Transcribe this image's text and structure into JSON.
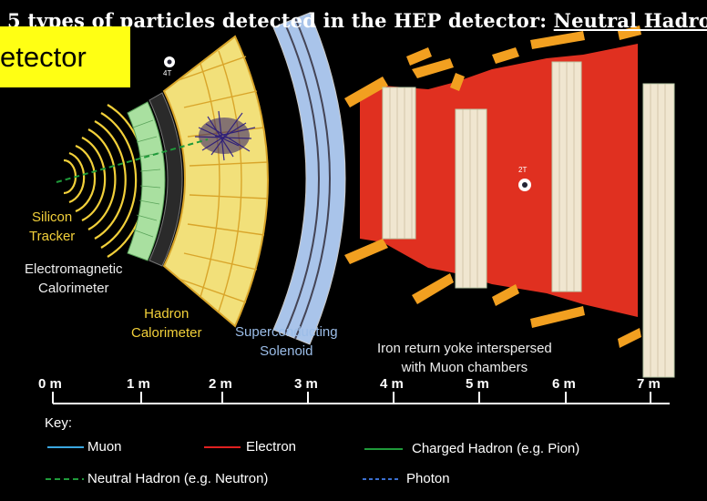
{
  "title": {
    "prefix": "5 types of particles detected in the HEP detector:",
    "highlight": "Neutral Hadron"
  },
  "overlay_label": "etector",
  "field_labels": {
    "inner": "4T",
    "outer": "2T"
  },
  "regions": {
    "silicon_tracker": [
      "Silicon",
      "Tracker"
    ],
    "em_calorimeter": [
      "Electromagnetic",
      "Calorimeter"
    ],
    "hadron_calorimeter": [
      "Hadron",
      "Calorimeter"
    ],
    "solenoid": [
      "Superconducting",
      "Solenoid"
    ],
    "return_yoke": [
      "Iron return yoke interspersed",
      "with Muon chambers"
    ]
  },
  "scale_ticks": [
    "0 m",
    "1 m",
    "2 m",
    "3 m",
    "4 m",
    "5 m",
    "6 m",
    "7 m"
  ],
  "key": {
    "heading": "Key:",
    "items": [
      {
        "label": "Muon",
        "color": "#3aa7e0",
        "style": "solid"
      },
      {
        "label": "Electron",
        "color": "#e02020",
        "style": "solid"
      },
      {
        "label": "Charged Hadron (e.g. Pion)",
        "color": "#1f9a3a",
        "style": "solid"
      },
      {
        "label": "Neutral Hadron (e.g. Neutron)",
        "color": "#1f9a3a",
        "style": "dashed"
      },
      {
        "label": "Photon",
        "color": "#3a6fd0",
        "style": "dashed"
      }
    ]
  },
  "colors": {
    "background": "#000000",
    "title_highlight": "#f2d03a",
    "sticky_note": "#ffff14",
    "tracker": "#f2d03a",
    "em_calorimeter": "#a9e0a0",
    "hadron_calorimeter": "#f2e07a",
    "solenoid": "#a9c4ea",
    "yoke": "#e03020",
    "muon_chamber": "#f0e6d0"
  }
}
